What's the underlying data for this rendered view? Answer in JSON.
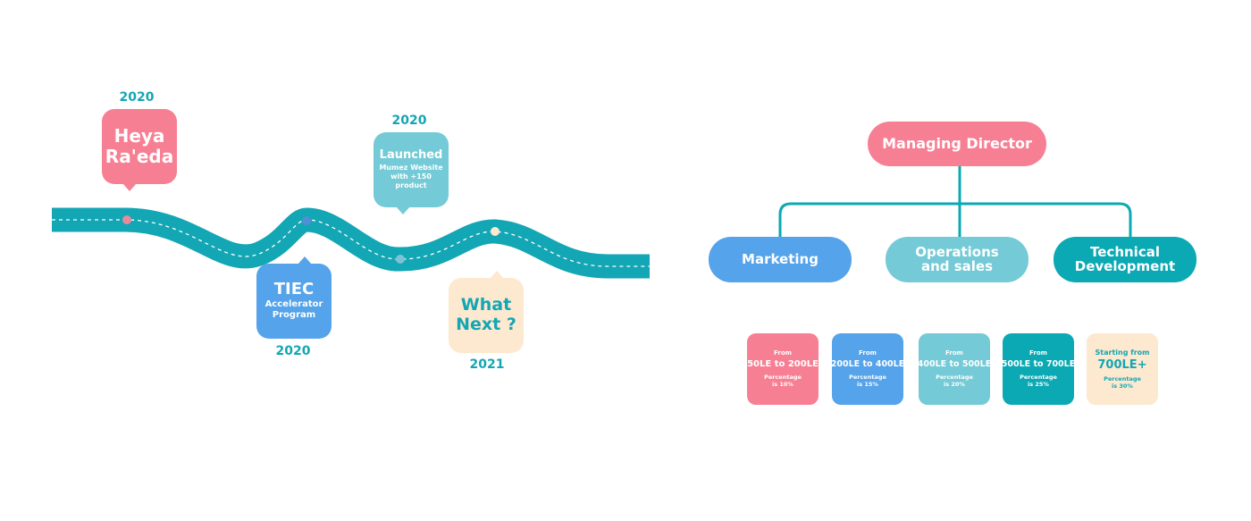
{
  "colors": {
    "pink": "#f77f93",
    "blue": "#55a3ea",
    "light_teal": "#74cad6",
    "teal": "#0ba9b3",
    "cream": "#fde9cf",
    "road": "#13a6b4"
  },
  "timeline": {
    "milestones": [
      {
        "year": "2020",
        "title_line1": "Heya",
        "title_line2": "Ra'eda"
      },
      {
        "year": "2020",
        "title": "Launched",
        "sub_line1": "Mumez Website",
        "sub_line2": "with +150 product"
      },
      {
        "year": "2020",
        "title": "TIEC",
        "sub_line1": "Accelerator",
        "sub_line2": "Program"
      },
      {
        "year": "2021",
        "title_line1": "What",
        "title_line2": "Next ?"
      }
    ]
  },
  "org_chart": {
    "root": "Managing Director",
    "children": [
      {
        "line1": "Marketing",
        "line2": ""
      },
      {
        "line1": "Operations",
        "line2": "and sales"
      },
      {
        "line1": "Technical",
        "line2": "Development"
      }
    ]
  },
  "pricing": [
    {
      "from": "From",
      "range": "50LE to 200LE",
      "pct1": "Percentage",
      "pct2": "is 10%"
    },
    {
      "from": "From",
      "range": "200LE to 400LE",
      "pct1": "Percentage",
      "pct2": "is 15%"
    },
    {
      "from": "From",
      "range": "400LE to 500LE",
      "pct1": "Percentage",
      "pct2": "is 20%"
    },
    {
      "from": "From",
      "range": "500LE to 700LE",
      "pct1": "Percentage",
      "pct2": "is 25%"
    },
    {
      "from": "Starting from",
      "range": "700LE+",
      "pct1": "Percentage",
      "pct2": "is 30%"
    }
  ]
}
